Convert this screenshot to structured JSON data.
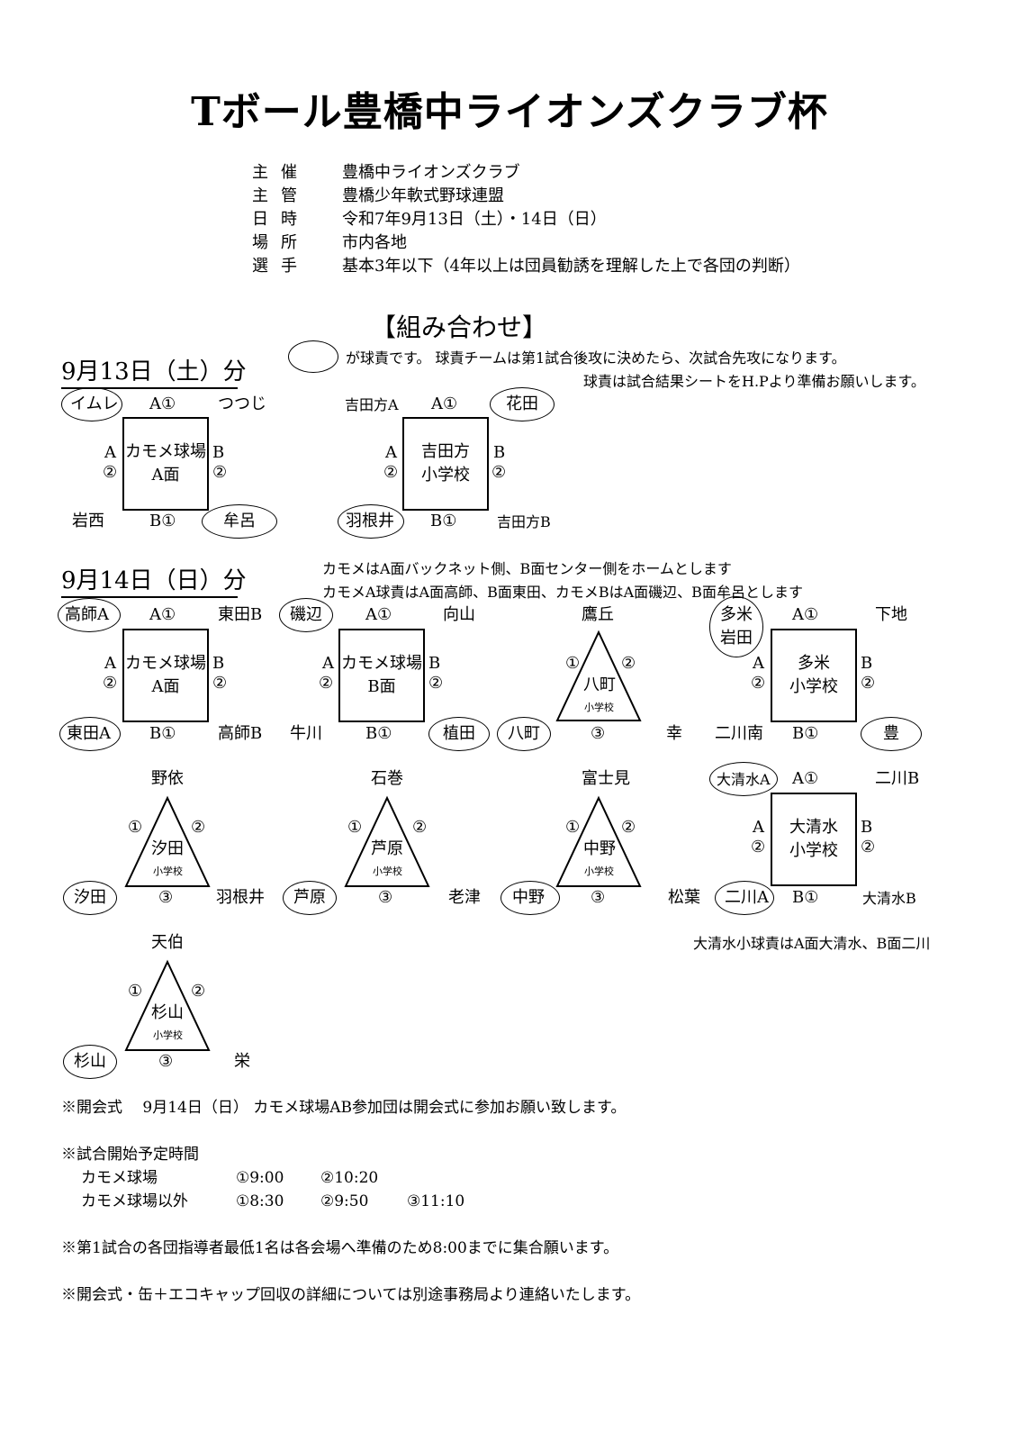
{
  "title": "Tボール豊橋中ライオンズクラブ杯",
  "info": [
    {
      "k": "主催",
      "v": "豊橋中ライオンズクラブ"
    },
    {
      "k": "主管",
      "v": "豊橋少年軟式野球連盟"
    },
    {
      "k": "日時",
      "v": "令和7年9月13日（土）・14日（日）"
    },
    {
      "k": "場所",
      "v": "市内各地"
    },
    {
      "k": "選手",
      "v": "基本3年以下（4年以上は団員勧誘を理解した上で各団の判断）"
    }
  ],
  "heading": "【組み合わせ】",
  "legend": {
    "line1": "が球責です。 球責チームは第1試合後攻に決めたら、次試合先攻になります。",
    "line2": "球責は試合結果シートをH.Pより準備お願いします。"
  },
  "day1": {
    "label": "9月13日（土）分",
    "venue1": {
      "name1": "カモメ球場",
      "name2": "A面",
      "a1": "イムレ",
      "a1_pos": "A①",
      "top_right": "つつじ",
      "left_a": "A",
      "left_n": "②",
      "right_b": "B",
      "right_n": "②",
      "bottom_left": "岩西",
      "bottom_pos": "B①",
      "bottom_right": "牟呂"
    },
    "venue2": {
      "name1": "吉田方",
      "name2": "小学校",
      "top_left": "吉田方A",
      "a1_pos": "A①",
      "top_right": "花田",
      "left_a": "A",
      "left_n": "②",
      "right_b": "B",
      "right_n": "②",
      "bottom_left": "羽根井",
      "bottom_pos": "B①",
      "bottom_right": "吉田方B"
    }
  },
  "day2": {
    "label": "9月14日（日）分",
    "note1": "カモメはA面バックネット側、B面センター側をホームとします",
    "note2": "カモメA球責はA面高師、B面東田、カモメBはA面磯辺、B面牟呂とします",
    "v1": {
      "name1": "カモメ球場",
      "name2": "A面",
      "top_left": "高師A",
      "a1_pos": "A①",
      "top_right": "東田B",
      "left_a": "A",
      "left_n": "②",
      "right_b": "B",
      "right_n": "②",
      "bottom_left": "東田A",
      "bottom_pos": "B①",
      "bottom_right": "高師B"
    },
    "v2": {
      "name1": "カモメ球場",
      "name2": "B面",
      "top_left": "磯辺",
      "a1_pos": "A①",
      "top_right": "向山",
      "left_a": "A",
      "left_n": "②",
      "right_b": "B",
      "right_n": "②",
      "bottom_left": "牛川",
      "bottom_pos": "B①",
      "bottom_right": "植田"
    },
    "v3": {
      "top": "鷹丘",
      "n1": "①",
      "n2": "②",
      "name": "八町",
      "sub": "小学校",
      "left": "八町",
      "n3": "③",
      "right": "幸"
    },
    "v4": {
      "name1": "多米",
      "name2": "小学校",
      "top_left1": "多米",
      "top_left2": "岩田",
      "a1_pos": "A①",
      "top_right": "下地",
      "left_a": "A",
      "left_n": "②",
      "right_b": "B",
      "right_n": "②",
      "bottom_left": "二川南",
      "bottom_pos": "B①",
      "bottom_right": "豊"
    },
    "v5": {
      "top": "野依",
      "n1": "①",
      "n2": "②",
      "name": "汐田",
      "sub": "小学校",
      "left": "汐田",
      "n3": "③",
      "right": "羽根井"
    },
    "v6": {
      "top": "石巻",
      "n1": "①",
      "n2": "②",
      "name": "芦原",
      "sub": "小学校",
      "left": "芦原",
      "n3": "③",
      "right": "老津"
    },
    "v7": {
      "top": "富士見",
      "n1": "①",
      "n2": "②",
      "name": "中野",
      "sub": "小学校",
      "left": "中野",
      "n3": "③",
      "right": "松葉"
    },
    "v8": {
      "name1": "大清水",
      "name2": "小学校",
      "top_left": "大清水A",
      "a1_pos": "A①",
      "top_right": "二川B",
      "left_a": "A",
      "left_n": "②",
      "right_b": "B",
      "right_n": "②",
      "bottom_left": "二川A",
      "bottom_pos": "B①",
      "bottom_right": "大清水B"
    },
    "note3": "大清水小球責はA面大清水、B面二川",
    "v9": {
      "top": "天伯",
      "n1": "①",
      "n2": "②",
      "name": "杉山",
      "sub": "小学校",
      "left": "杉山",
      "n3": "③",
      "right": "栄"
    }
  },
  "footer": {
    "opening": "※開会式　 9月14日（日） カモメ球場AB参加団は開会式に参加お願い致します。",
    "schedule_title": "※試合開始予定時間",
    "row1": {
      "label": "カモメ球場",
      "t1": "①9:00",
      "t2": "②10:20"
    },
    "row2": {
      "label": "カモメ球場以外",
      "t1": "①8:30",
      "t2": "②9:50",
      "t3": "③11:10"
    },
    "note1": "※第1試合の各団指導者最低1名は各会場へ準備のため8:00までに集合願います。",
    "note2": "※開会式・缶＋エコキャップ回収の詳細については別途事務局より連絡いたします。"
  }
}
